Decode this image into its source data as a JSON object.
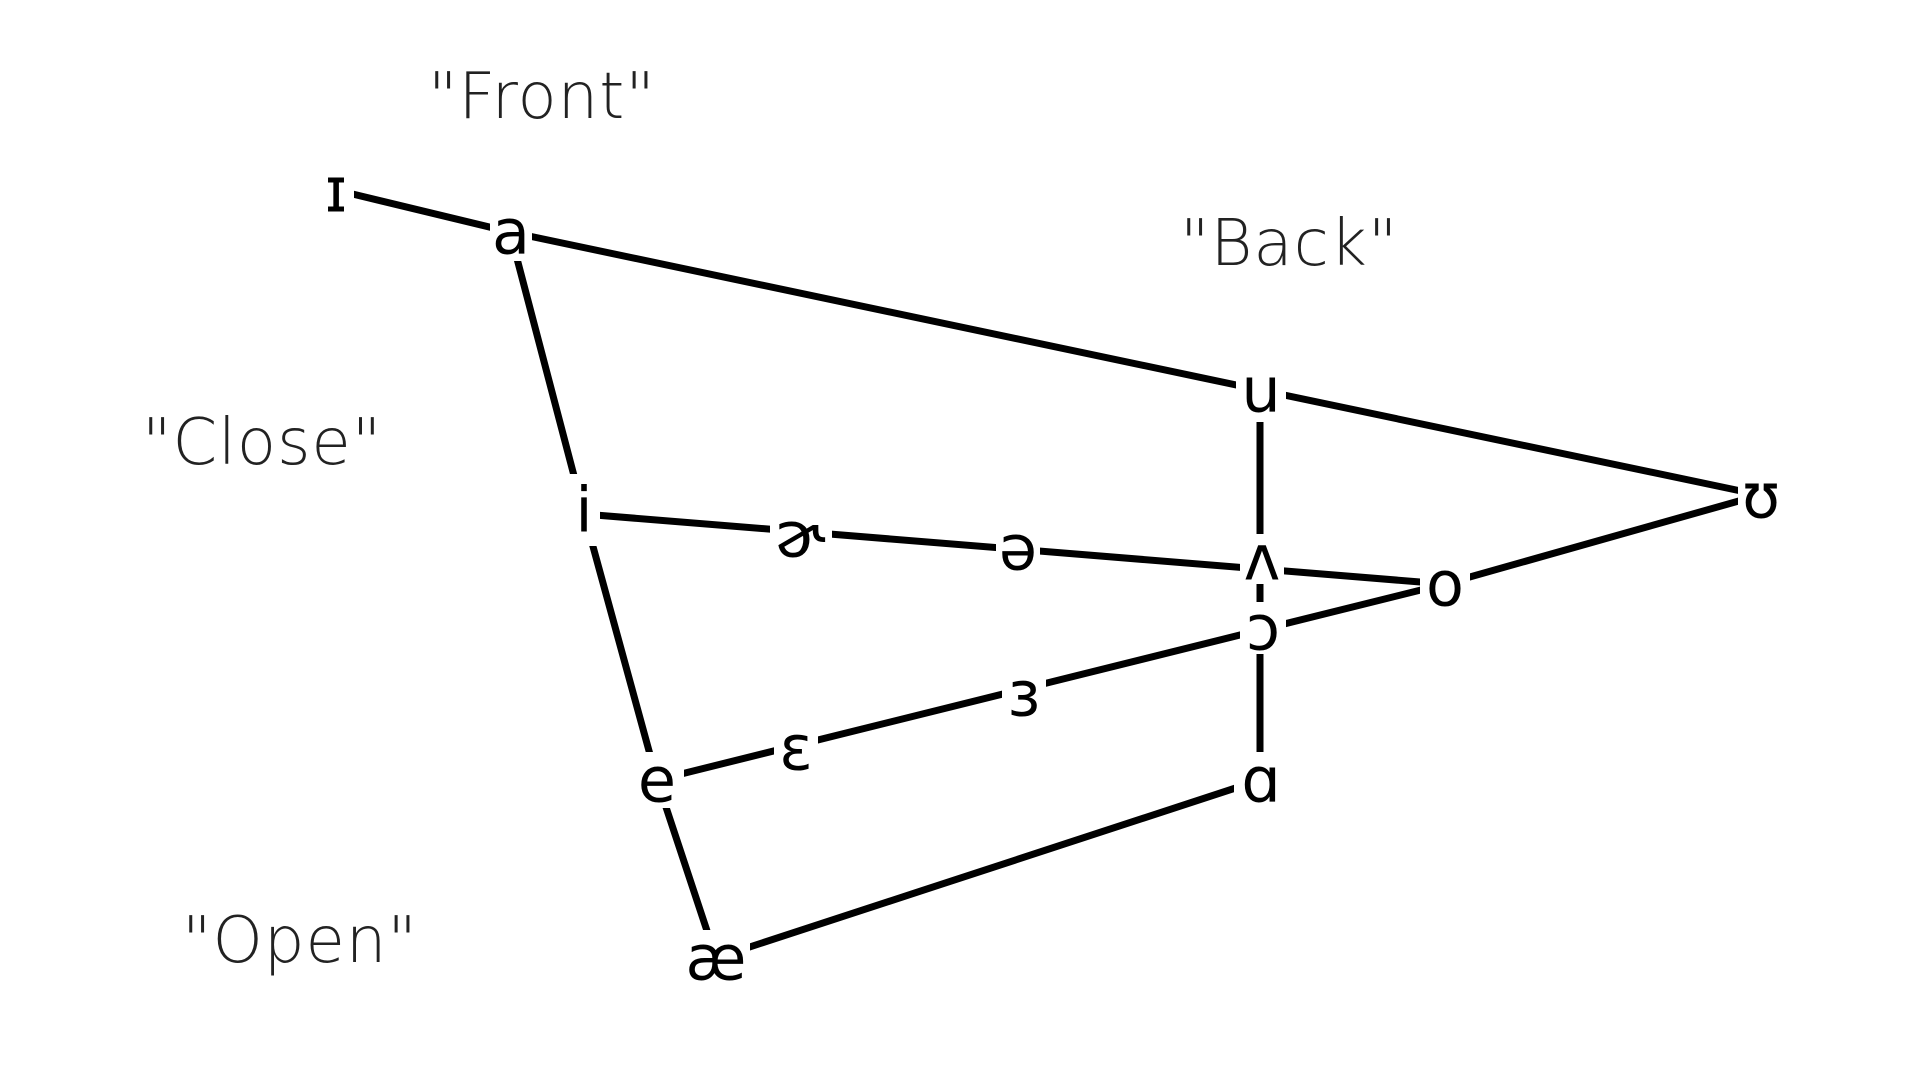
{
  "labels": {
    "front": "\"Front\"",
    "back": "\"Back\"",
    "close": "\"Close\"",
    "open": "\"Open\""
  },
  "vowels": {
    "near_close_front": "ɪ",
    "a": "a",
    "u": "u",
    "near_close_back": "ʊ",
    "i": "i",
    "schwar": "ɚ",
    "schwa": "ə",
    "wedge": "ʌ",
    "o": "o",
    "open_o": "ɔ",
    "reversed_epsilon": "ɜ",
    "epsilon": "ɛ",
    "e": "e",
    "script_a": "ɑ",
    "ash": "æ"
  },
  "colors": {
    "ink": "#000000",
    "label": "#222222",
    "background": "#ffffff"
  }
}
